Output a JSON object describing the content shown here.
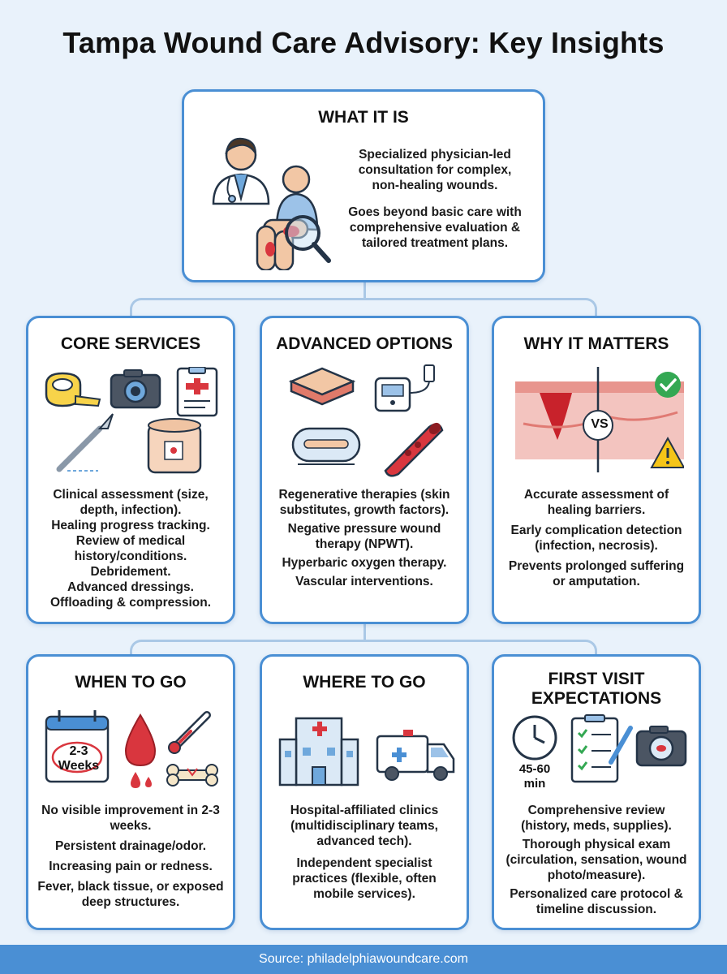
{
  "title": "Tampa Wound Care Advisory: Key Insights",
  "what": {
    "heading": "WHAT IT IS",
    "p1": "Specialized physician-led consultation for complex, non-healing wounds.",
    "p2": "Goes beyond basic care with comprehensive evaluation & tailored treatment plans."
  },
  "core": {
    "heading": "CORE SERVICES",
    "items": [
      "Clinical assessment (size, depth, infection).",
      "Healing progress tracking.",
      "Review of medical history/conditions.",
      "Debridement.",
      "Advanced dressings.",
      "Offloading & compression."
    ]
  },
  "advanced": {
    "heading": "ADVANCED OPTIONS",
    "items": [
      "Regenerative therapies (skin substitutes, growth factors).",
      "Negative pressure wound therapy (NPWT).",
      "Hyperbaric oxygen therapy.",
      "Vascular interventions."
    ]
  },
  "why": {
    "heading": "WHY IT MATTERS",
    "vs": "VS",
    "items": [
      "Accurate assessment of healing barriers.",
      "Early complication detection (infection, necrosis).",
      "Prevents prolonged suffering or amputation."
    ]
  },
  "when": {
    "heading": "WHEN TO GO",
    "calendar_line1": "2-3",
    "calendar_line2": "Weeks",
    "items": [
      "No visible improvement in 2-3 weeks.",
      "Persistent drainage/odor.",
      "Increasing pain or redness.",
      "Fever, black tissue, or exposed deep structures."
    ]
  },
  "where": {
    "heading": "WHERE TO GO",
    "items": [
      "Hospital-affiliated clinics (multidisciplinary teams, advanced tech).",
      "Independent specialist practices (flexible, often mobile services)."
    ]
  },
  "first": {
    "heading_line1": "FIRST VISIT",
    "heading_line2": "EXPECTATIONS",
    "clock_label1": "45-60",
    "clock_label2": "min",
    "items": [
      "Comprehensive review (history, meds, supplies).",
      "Thorough physical exam (circulation, sensation, wound photo/measure).",
      "Personalized care protocol & timeline discussion."
    ]
  },
  "footer": "Source: philadelphiawoundcare.com",
  "colors": {
    "accent": "#4a8fd4",
    "wound_red": "#d9363e",
    "check_green": "#34a853",
    "warning_yellow": "#f5c518"
  },
  "icons": [
    "doctor-icon",
    "patient-icon",
    "magnifier-icon",
    "tape-measure-icon",
    "camera-icon",
    "clipboard-icon",
    "scalpel-icon",
    "bandage-roll-icon",
    "skin-substitute-icon",
    "npwt-device-icon",
    "hyperbaric-chamber-icon",
    "blood-vessel-icon",
    "skin-cross-section-icon",
    "checkmark-icon",
    "warning-icon",
    "calendar-icon",
    "blood-drop-icon",
    "thermometer-icon",
    "bone-icon",
    "hospital-icon",
    "ambulance-icon",
    "clock-icon",
    "checklist-icon"
  ]
}
